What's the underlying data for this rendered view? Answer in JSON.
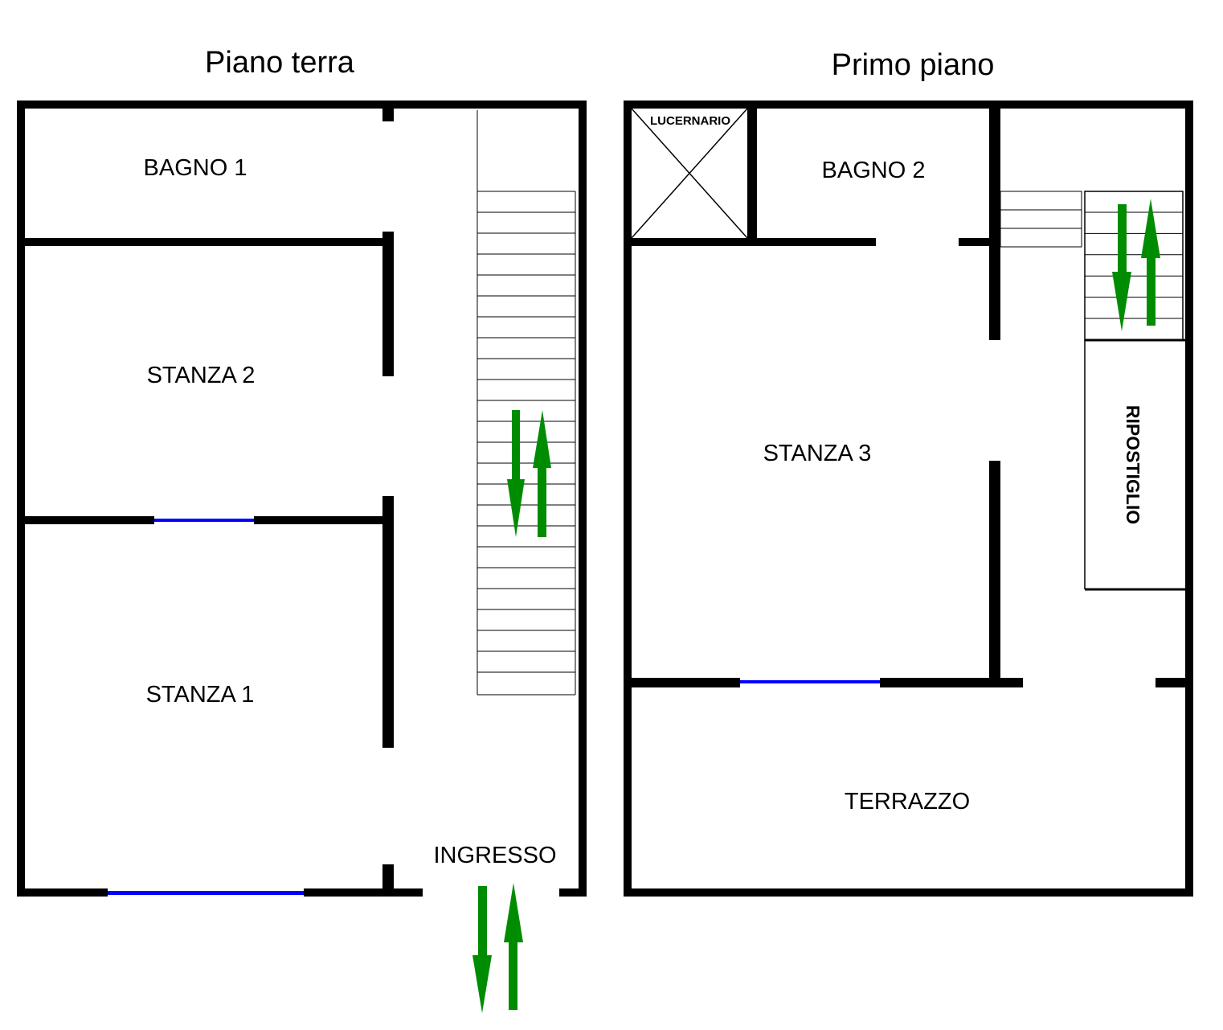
{
  "floors": [
    {
      "title": "Piano terra",
      "rooms": {
        "bagno1": "BAGNO 1",
        "stanza2": "STANZA 2",
        "stanza1": "STANZA 1",
        "ingresso": "INGRESSO"
      }
    },
    {
      "title": "Primo piano",
      "rooms": {
        "lucernario": "LUCERNARIO",
        "bagno2": "BAGNO 2",
        "stanza3": "STANZA 3",
        "ripostiglio": "RIPOSTIGLIO",
        "terrazzo": "TERRAZZO"
      }
    }
  ],
  "colors": {
    "wall": "#000000",
    "window": "#0000ff",
    "arrow": "#008c00"
  }
}
